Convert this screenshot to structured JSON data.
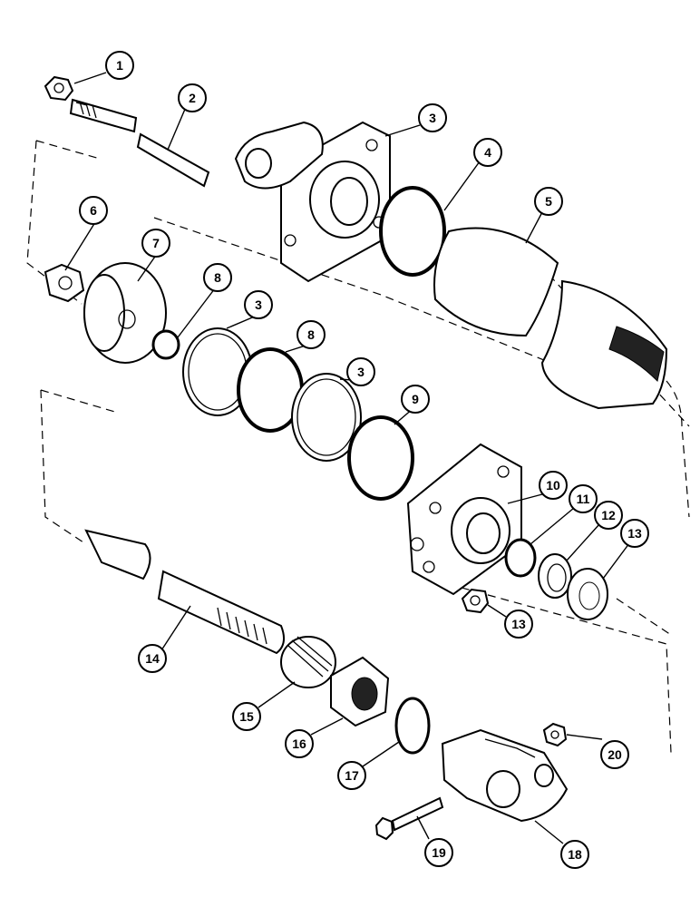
{
  "callouts": [
    {
      "label": "1"
    },
    {
      "label": "2"
    },
    {
      "label": "3"
    },
    {
      "label": "4"
    },
    {
      "label": "5"
    },
    {
      "label": "6"
    },
    {
      "label": "7"
    },
    {
      "label": "8"
    },
    {
      "label": "3"
    },
    {
      "label": "8"
    },
    {
      "label": "3"
    },
    {
      "label": "9"
    },
    {
      "label": "10"
    },
    {
      "label": "11"
    },
    {
      "label": "12"
    },
    {
      "label": "13"
    },
    {
      "label": "13"
    },
    {
      "label": "14"
    },
    {
      "label": "15"
    },
    {
      "label": "16"
    },
    {
      "label": "17"
    },
    {
      "label": "18"
    },
    {
      "label": "19"
    },
    {
      "label": "20"
    }
  ]
}
